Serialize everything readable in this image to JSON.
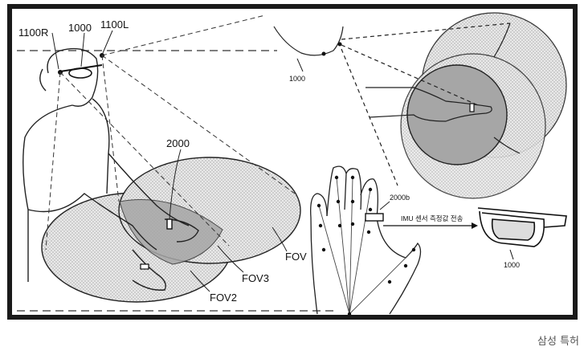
{
  "figure": {
    "labels": {
      "l1100R": "1100R",
      "l1000": "1000",
      "l1100L": "1100L",
      "l2000": "2000",
      "fov1": "FOV",
      "fov2": "FOV2",
      "fov3": "FOV3",
      "top_right_1000": "1000",
      "bottom_right_1000": "1000",
      "l2000b": "2000b",
      "imu_text": "IMU 센서 측정값 전송"
    },
    "colors": {
      "frame": "#1a1a1a",
      "panel": "#ffffff",
      "shade": "#a6a6a6",
      "dot": "#e6e6e6"
    }
  },
  "caption": "삼성 특허"
}
